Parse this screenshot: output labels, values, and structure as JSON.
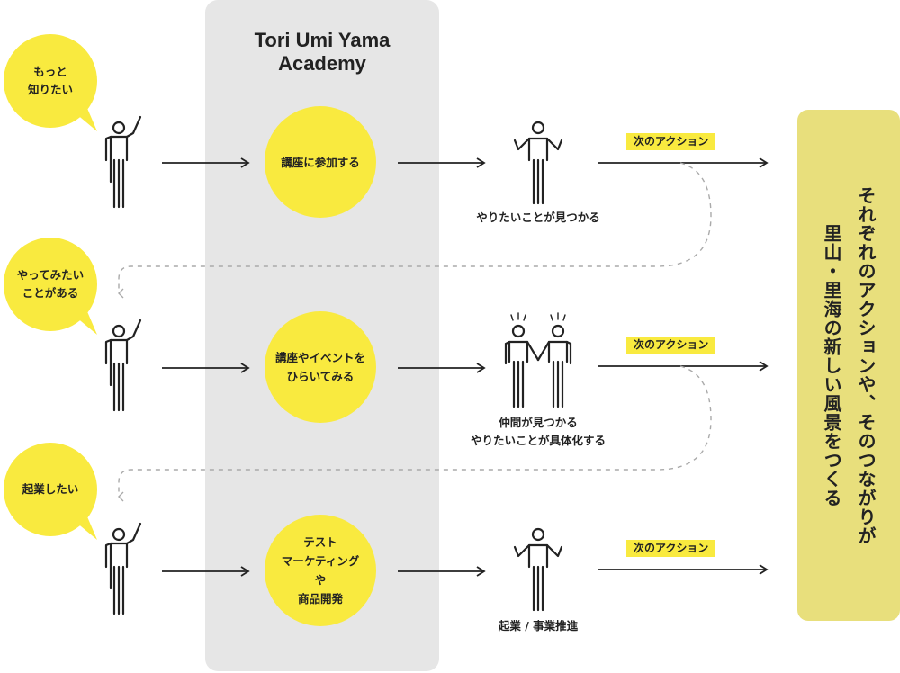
{
  "academy": {
    "title_line1": "Tori Umi Yama",
    "title_line2": "Academy",
    "panel_color": "#e6e6e6"
  },
  "accent_color": "#f9ea3f",
  "rows": [
    {
      "bubble": [
        "もっと",
        "知りたい"
      ],
      "circle": [
        "講座に参加する"
      ],
      "outcome": [
        "やりたいことが見つかる"
      ],
      "outcome_icon": "person-shrugging-icon",
      "next_label": "次のアクション"
    },
    {
      "bubble": [
        "やってみたい",
        "ことがある"
      ],
      "circle": [
        "講座やイベントを",
        "ひらいてみる"
      ],
      "outcome": [
        "仲間が見つかる",
        "やりたいことが具体化する"
      ],
      "outcome_icon": "two-people-handshake-icon",
      "next_label": "次のアクション"
    },
    {
      "bubble": [
        "起業したい"
      ],
      "circle": [
        "テスト",
        "マーケティング",
        "や",
        "商品開発"
      ],
      "outcome": [
        "起業 / 事業推進"
      ],
      "outcome_icon": "person-shrugging-icon",
      "next_label": "次のアクション"
    }
  ],
  "result": {
    "line1": "それぞれのアクションや、そのつながりが",
    "line2": "里山・里海の新しい風景をつくる",
    "color": "#e8df7c"
  }
}
